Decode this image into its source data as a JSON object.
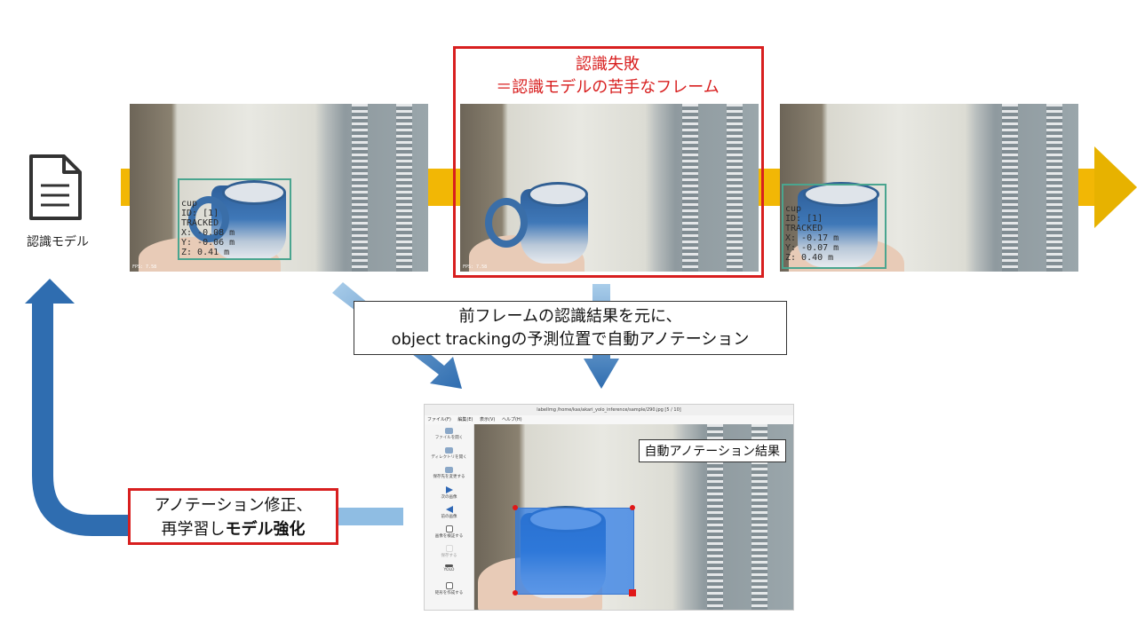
{
  "model": {
    "label": "認識モデル",
    "icon": "document-icon"
  },
  "frames": [
    {
      "bbox_lines": [
        "cup",
        "ID: [1]",
        "TRACKED",
        "X: -0.08 m",
        "Y: -0.06 m",
        "Z: 0.41 m"
      ],
      "fps": "FPS: 7.58"
    },
    {
      "fps": "FPS: 7.58"
    },
    {
      "bbox_lines": [
        "cup",
        "ID: [1]",
        "TRACKED",
        "X: -0.17 m",
        "Y: -0.07 m",
        "Z: 0.40 m"
      ]
    }
  ],
  "failure": {
    "line1": "認識失敗",
    "line2": "＝認識モデルの苦手なフレーム"
  },
  "note": {
    "line1": "前フレームの認識結果を元に、",
    "line2": "object trackingの予測位置で自動アノテーション"
  },
  "retrain": {
    "line1": "アノテーション修正、",
    "line2_plain": "再学習し",
    "line2_bold": "モデル強化"
  },
  "labelimg": {
    "title": "labelImg /home/kas/akari_yolo_inference/sample/290.jpg [5 / 10]",
    "menu": [
      "ファイル(F)",
      "編集(E)",
      "表示(V)",
      "ヘルプ(H)"
    ],
    "tools": [
      "ファイルを開く",
      "ディレクトリを開く",
      "保存先を変更する",
      "次の画像",
      "前の画像",
      "画像を検証する",
      "保存する",
      "YOLO",
      "矩形を作成する"
    ],
    "result_label": "自動アノテーション結果"
  },
  "colors": {
    "red": "#d81f1f",
    "arrow_yellow": "#f2b705",
    "arrow_blue": "#2f6db0",
    "arrow_light_blue": "#8fbde3"
  }
}
